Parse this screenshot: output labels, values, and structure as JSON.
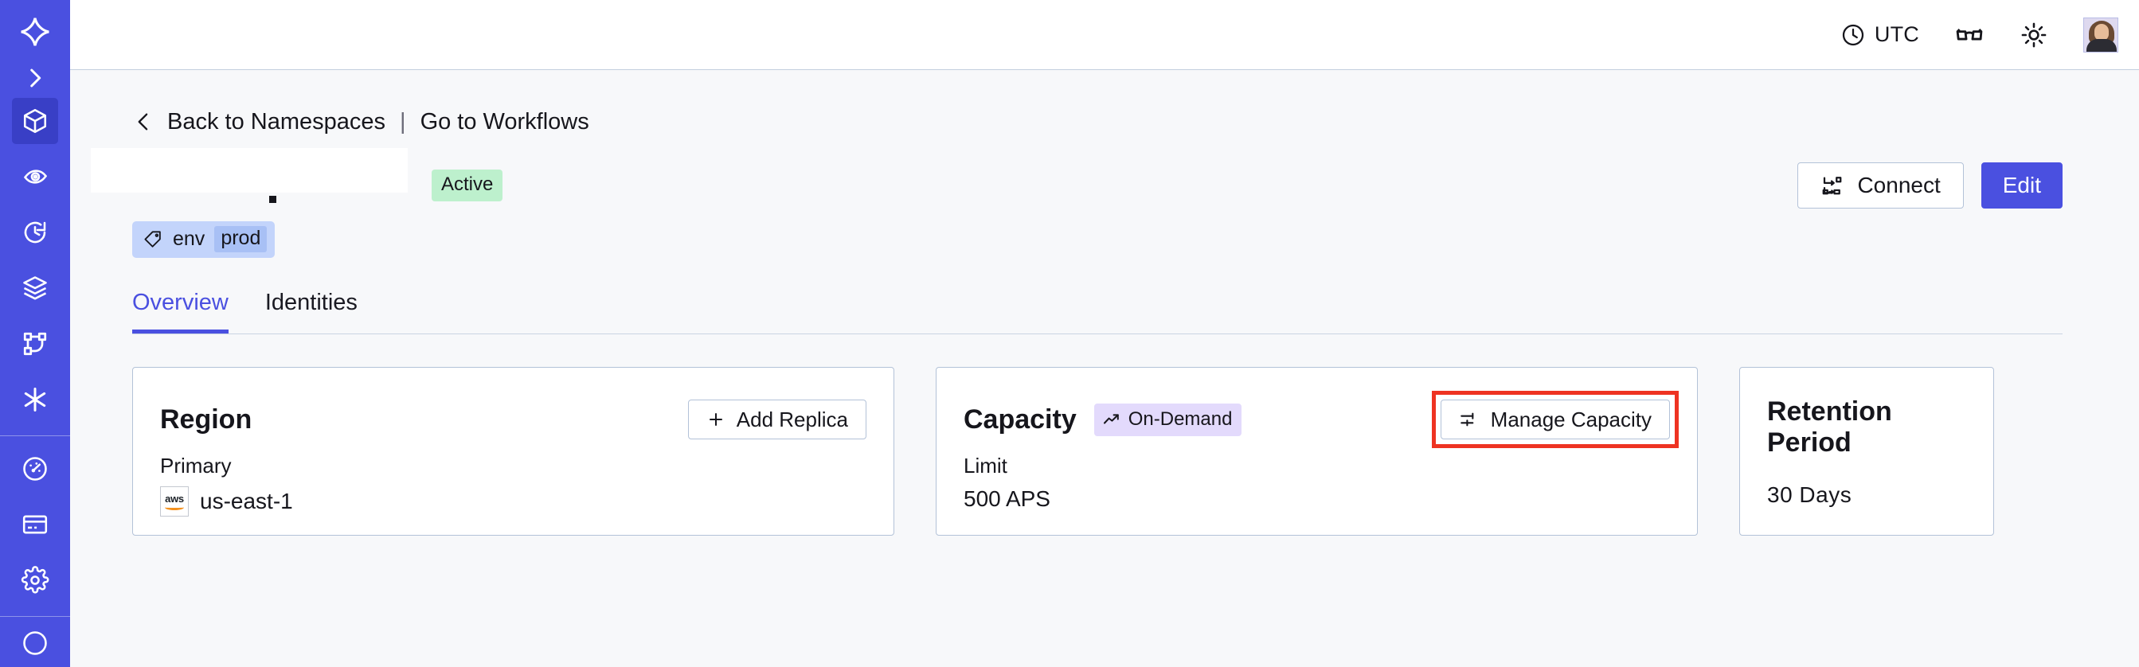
{
  "sidebar": {
    "logo_icon": "temporal-star-logo",
    "expand_icon": "chevron-right-icon",
    "items": [
      {
        "name": "namespaces",
        "icon": "cube-icon",
        "active": true
      },
      {
        "name": "observability",
        "icon": "eye-spiral-icon",
        "active": false
      },
      {
        "name": "history",
        "icon": "clock-rotate-icon",
        "active": false
      },
      {
        "name": "layers",
        "icon": "stack-layers-icon",
        "active": false
      },
      {
        "name": "workflows",
        "icon": "git-branch-icon",
        "active": false
      },
      {
        "name": "integrations",
        "icon": "asterisk-icon",
        "active": false
      }
    ],
    "bottom_items": [
      {
        "name": "usage",
        "icon": "gauge-icon",
        "active": false
      },
      {
        "name": "billing",
        "icon": "credit-card-icon",
        "active": false
      },
      {
        "name": "settings",
        "icon": "gear-icon",
        "active": false
      }
    ]
  },
  "topbar": {
    "timezone_label": "UTC",
    "timezone_icon": "clock-icon",
    "glasses_icon": "glasses-icon",
    "theme_icon": "sun-icon",
    "avatar_icon": "user-avatar"
  },
  "breadcrumb": {
    "back_icon": "chevron-left-icon",
    "back_label": "Back to Namespaces",
    "separator": "|",
    "forward_label": "Go to Workflows"
  },
  "namespace": {
    "title": "",
    "status_badge": "Active",
    "tag": {
      "icon": "tag-icon",
      "key": "env",
      "value": "prod"
    }
  },
  "actions": {
    "connect_label": "Connect",
    "connect_icon": "connect-flow-icon",
    "edit_label": "Edit"
  },
  "tabs": [
    {
      "label": "Overview",
      "active": true
    },
    {
      "label": "Identities",
      "active": false
    }
  ],
  "cards": {
    "region": {
      "title": "Region",
      "action_label": "Add Replica",
      "action_icon": "plus-icon",
      "sub_label": "Primary",
      "provider_icon": "aws-logo",
      "provider_text": "aws",
      "value": "us-east-1"
    },
    "capacity": {
      "title": "Capacity",
      "badge_label": "On-Demand",
      "badge_icon": "trending-up-icon",
      "action_label": "Manage Capacity",
      "action_icon": "sliders-icon",
      "action_highlighted": true,
      "highlight_color": "#ee3322",
      "sub_label": "Limit",
      "value": "500 APS"
    },
    "retention": {
      "title": "Retention Period",
      "value": "30  Days"
    }
  },
  "colors": {
    "sidebar": "#4a50e0",
    "sidebar_active": "#393fc6",
    "accent": "#4a50e0",
    "page_bg": "#f7f8fa",
    "card_border": "#b3c2d8",
    "badge_active_bg": "#bdf0cd",
    "badge_ondemand_bg": "#e3dafc",
    "tag_bg": "#c3d4fb",
    "tag_value_bg": "#a8c0f5",
    "highlight_red": "#ee3322"
  }
}
